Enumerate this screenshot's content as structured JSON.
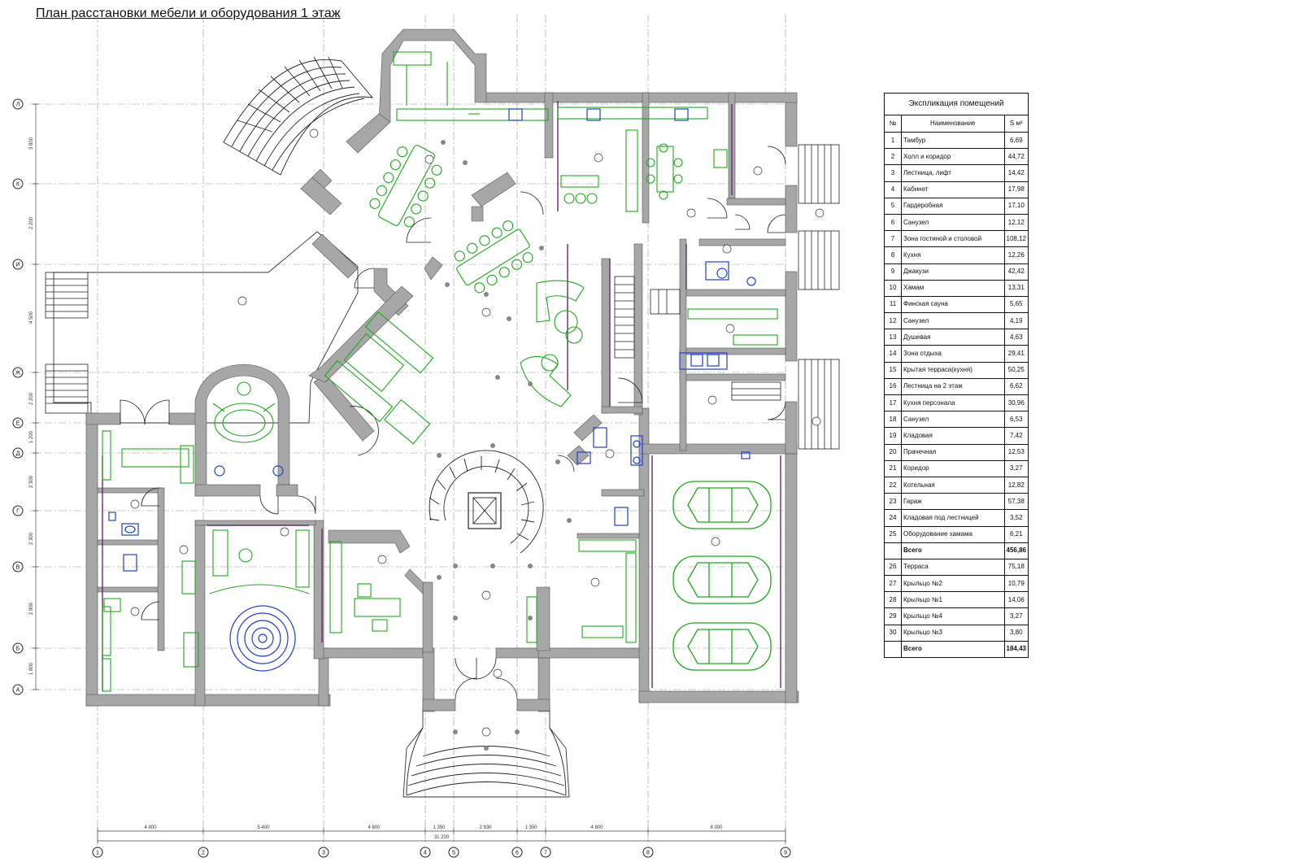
{
  "title": "План расстановки мебели и оборудования 1 этаж",
  "explication": {
    "caption": "Экспликация помещений",
    "headers": {
      "no": "№",
      "name": "Наименование",
      "area": "S м²"
    },
    "rooms": [
      {
        "no": "1",
        "name": "Тамбур",
        "area": "6,69"
      },
      {
        "no": "2",
        "name": "Холл и коридор",
        "area": "44,72"
      },
      {
        "no": "3",
        "name": "Лестница, лифт",
        "area": "14,42"
      },
      {
        "no": "4",
        "name": "Кабинет",
        "area": "17,98"
      },
      {
        "no": "5",
        "name": "Гардеробная",
        "area": "17,10"
      },
      {
        "no": "6",
        "name": "Санузел",
        "area": "12,12"
      },
      {
        "no": "7",
        "name": "Зона гостиной и столовой",
        "area": "108,12"
      },
      {
        "no": "8",
        "name": "Кухня",
        "area": "12,26"
      },
      {
        "no": "9",
        "name": "Джакузи",
        "area": "42,42"
      },
      {
        "no": "10",
        "name": "Хамам",
        "area": "13,31"
      },
      {
        "no": "11",
        "name": "Финская сауна",
        "area": "5,65"
      },
      {
        "no": "12",
        "name": "Санузел",
        "area": "4,19"
      },
      {
        "no": "13",
        "name": "Душевая",
        "area": "4,63"
      },
      {
        "no": "14",
        "name": "Зона отдыха",
        "area": "29,41"
      },
      {
        "no": "15",
        "name": "Крытая терраса(кухня)",
        "area": "50,25"
      },
      {
        "no": "16",
        "name": "Лестница на 2 этаж",
        "area": "6,62"
      },
      {
        "no": "17",
        "name": "Кухня персонала",
        "area": "30,96"
      },
      {
        "no": "18",
        "name": "Санузел",
        "area": "6,53"
      },
      {
        "no": "19",
        "name": "Кладовая",
        "area": "7,42"
      },
      {
        "no": "20",
        "name": "Прачечная",
        "area": "12,53"
      },
      {
        "no": "21",
        "name": "Коридор",
        "area": "3,27"
      },
      {
        "no": "22",
        "name": "Котельная",
        "area": "12,82"
      },
      {
        "no": "23",
        "name": "Гараж",
        "area": "57,38"
      },
      {
        "no": "24",
        "name": "Кладовая под лестницей",
        "area": "3,52"
      },
      {
        "no": "25",
        "name": "Оборудование хамама",
        "area": "6,21"
      }
    ],
    "total1": {
      "label": "Всего",
      "area": "456,86"
    },
    "extra": [
      {
        "no": "26",
        "name": "Терраса",
        "area": "75,18"
      },
      {
        "no": "27",
        "name": "Крыльцо №2",
        "area": "10,79"
      },
      {
        "no": "28",
        "name": "Крыльцо №1",
        "area": "14,06"
      },
      {
        "no": "29",
        "name": "Крыльцо №4",
        "area": "3,27"
      },
      {
        "no": "30",
        "name": "Крыльцо №3",
        "area": "3,80"
      }
    ],
    "total2": {
      "label": "Всего",
      "area": "184,43"
    }
  },
  "grid": {
    "rows": [
      "Л",
      "К",
      "И",
      "Ж",
      "Е",
      "Д",
      "Г",
      "В",
      "Б",
      "А"
    ],
    "cols": [
      "1",
      "2",
      "3",
      "4",
      "5",
      "6",
      "7",
      "8",
      "9"
    ],
    "bottom_dims": [
      "4 800",
      "5 400",
      "4 800",
      "1 350",
      "2 930",
      "1 350",
      "4 800",
      "8 300"
    ],
    "overall": "31 200",
    "left_dims": [
      "3 800",
      "2 200",
      "4 500",
      "2 200",
      "1 200",
      "2 300",
      "2 300",
      "2 800",
      "1 800"
    ]
  },
  "colors": {
    "walls": "#a7a7a7",
    "furniture": "#1aab1a",
    "fixtures": "#1f3fd6",
    "partition": "#6a2a6a",
    "gridline": "#9a9a9a"
  }
}
